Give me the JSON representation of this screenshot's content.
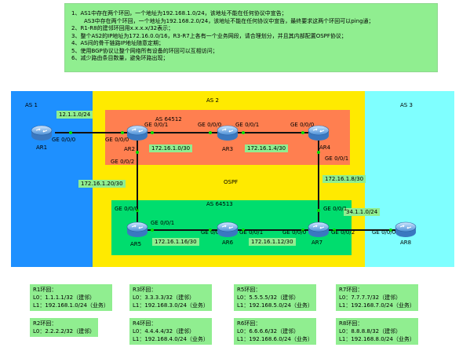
{
  "requirements": [
    "1、AS1中存在两个环回，一个地址为192.168.1.0/24，该地址不能在任何协议中宣告；",
    "AS3中存在两个环回，一个地址为192.168.2.0/24，该地址不能在任何协议中宣告，最终要求这两个环回可以ping通；",
    "2、R1-R8的建邻环回用x.x.x.x/32表示；",
    "3、整个AS2的IP地址为172.16.0.0/16，R3-R7上各有一个业务网段，请合理划分，并且其内部配置OSPF协议；",
    "4、AS间的骨干链路IP地址随意定期；",
    "5、使用BGP协议让整个网络所有设备的环回可以互相访问；",
    "6、减少路由条目数量，避免环路出现；"
  ],
  "areas": {
    "as1": "AS 1",
    "as2": "AS 2",
    "as3": "AS 3",
    "as64512": "AS 64512",
    "as64513": "AS 64513",
    "ospf": "OSPF"
  },
  "routers": {
    "ar1": "AR1",
    "ar2": "AR2",
    "ar3": "AR3",
    "ar4": "AR4",
    "ar5": "AR5",
    "ar6": "AR6",
    "ar7": "AR7",
    "ar8": "AR8"
  },
  "networks": {
    "n12": "12.1.1.0/24",
    "n23": "172.16.1.0/30",
    "n34": "172.16.1.4/30",
    "n25": "172.16.1.20/30",
    "n47": "172.16.1.8/30",
    "n56": "172.16.1.16/30",
    "n67": "172.16.1.12/30",
    "n78": "34.1.1.0/24"
  },
  "ports": {
    "ar1_r": "GE 0/0/0",
    "ar2_l": "GE 0/0/0",
    "ar2_r": "GE 0/0/1",
    "ar2_d": "GE 0/0/2",
    "ar3_l": "GE 0/0/0",
    "ar3_r": "GE 0/0/1",
    "ar4_l": "GE 0/0/0",
    "ar4_d": "GE 0/0/1",
    "ar5_u": "GE 0/0/0",
    "ar5_r": "GE 0/0/1",
    "ar6_l": "GE 0/0/0",
    "ar6_r": "GE 0/0/1",
    "ar7_l": "GE 0/0/0",
    "ar7_u": "GE 0/0/1",
    "ar7_r": "GE 0/0/2",
    "ar8_l": "GE 0/0/0"
  },
  "loopbacks": {
    "r1": {
      "title": "R1环回：",
      "l0": "L0：1.1.1.1/32（建邻）",
      "l1": "L1：192.168.1.0/24（业务）"
    },
    "r2": {
      "title": "R2环回：",
      "l0": "L0：2.2.2.2/32（建邻）"
    },
    "r3": {
      "title": "R3环回：",
      "l0": "L0：3.3.3.3/32（建邻）",
      "l1": "L1：192.168.3.0/24（业务）"
    },
    "r4": {
      "title": "R4环回：",
      "l0": "L0：4.4.4.4/32（建邻）",
      "l1": "L1：192.168.4.0/24（业务）"
    },
    "r5": {
      "title": "R5环回：",
      "l0": "L0：5.5.5.5/32（建邻）",
      "l1": "L1：192.168.5.0/24（业务）"
    },
    "r6": {
      "title": "R6环回：",
      "l0": "L0：6.6.6.6/32（建邻）",
      "l1": "L1：192.168.6.0/24（业务）"
    },
    "r7": {
      "title": "R7环回：",
      "l0": "L0：7.7.7.7/32（建邻）",
      "l1": "L1：192.168.7.0/24（业务）"
    },
    "r8": {
      "title": "R8环回：",
      "l0": "L0：8.8.8.8/32（建邻）",
      "l1": "L1：192.168.8.0/24（业务）"
    }
  }
}
